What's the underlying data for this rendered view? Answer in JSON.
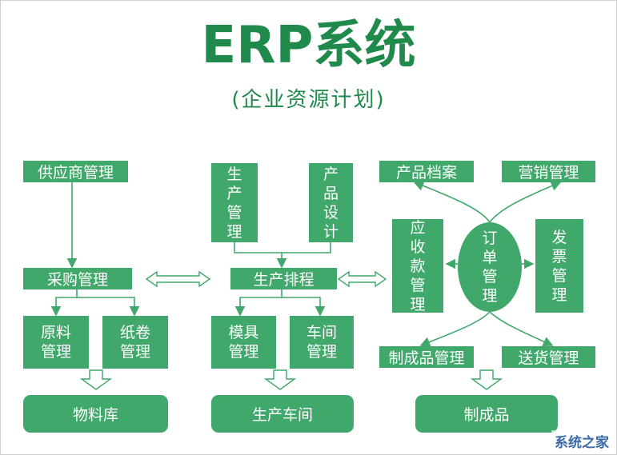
{
  "title": "ERP系统",
  "subtitle": "(企业资源计划)",
  "colors": {
    "accent": "#40a86a",
    "title": "#1f8a4c"
  },
  "left": {
    "supplier": "供应商管理",
    "purchase": "采购管理",
    "raw": [
      "原料",
      "管理"
    ],
    "paper": [
      "纸卷",
      "管理"
    ],
    "warehouse": "物料库"
  },
  "middle": {
    "production_mgmt": [
      "生",
      "产",
      "管",
      "理"
    ],
    "product_design": [
      "产",
      "品",
      "设",
      "计"
    ],
    "schedule": "生产排程",
    "mold": [
      "模具",
      "管理"
    ],
    "workshop_mgmt": [
      "车间",
      "管理"
    ],
    "workshop": "生产车间"
  },
  "right": {
    "product_archive": "产品档案",
    "marketing": "营销管理",
    "receivable": [
      "应",
      "收",
      "款",
      "管",
      "理"
    ],
    "order": [
      "订",
      "单",
      "管",
      "理"
    ],
    "invoice": [
      "发",
      "票",
      "管",
      "理"
    ],
    "finished_mgmt": "制成品管理",
    "delivery": "送货管理",
    "finished": "制成品"
  },
  "watermark": "系统之家"
}
